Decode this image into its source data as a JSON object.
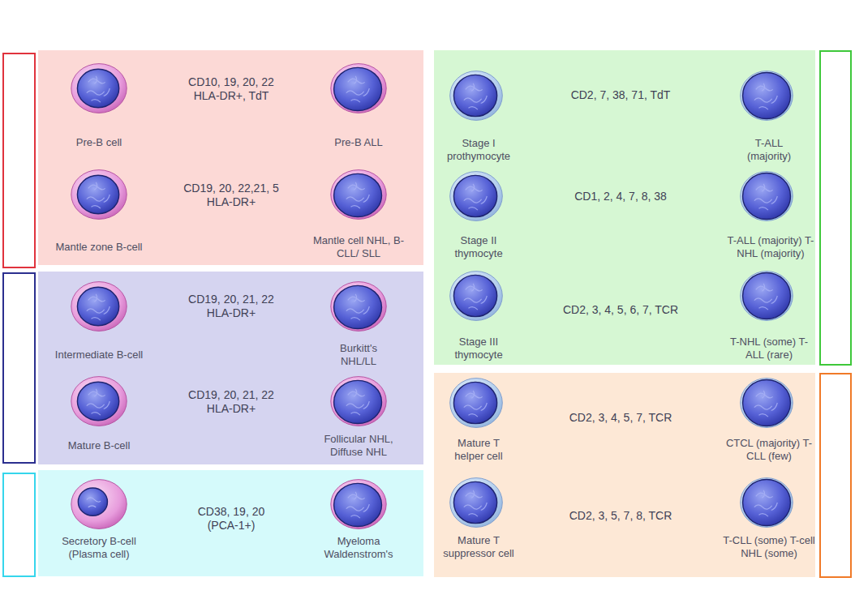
{
  "diagram": {
    "labels": [
      "Pre-B cell",
      "CD10, 19, 20, 22 HLA-DR+, TdT",
      "Pre-B ALL",
      "Mantle zone B-cell",
      "CD19, 20, 22,21, 5 HLA-DR+",
      "Mantle cell NHL, B-CLL/ SLL",
      "Intermediate B-cell",
      "CD19, 20, 21, 22 HLA-DR+",
      "Burkitt's NHL/LL",
      "Mature B-cell",
      "CD19, 20, 21, 22 HLA-DR+",
      "Follicular NHL, Diffuse NHL",
      "Secretory B-cell (Plasma cell)",
      "CD38, 19, 20 (PCA-1+)",
      "Myeloma Waldenstrom's",
      "Stage I prothymocyte",
      "CD2, 7, 38, 71, TdT",
      "T-ALL (majority)",
      "Stage II thymocyte",
      "CD1, 2, 4, 7, 8, 38",
      "T-ALL (majority) T-NHL (majority)",
      "Stage III thymocyte",
      "CD2, 3, 4, 5, 6, 7, TCR",
      "T-NHL (some) T-ALL (rare)",
      "Mature T helper cell",
      "CD2, 3, 4, 5, 7, TCR",
      "CTCL (majority) T-CLL (few)",
      "Mature T suppressor cell",
      "CD2, 3, 5, 7, 8, TCR",
      "T-CLL (some) T-cell NHL (some)"
    ]
  }
}
